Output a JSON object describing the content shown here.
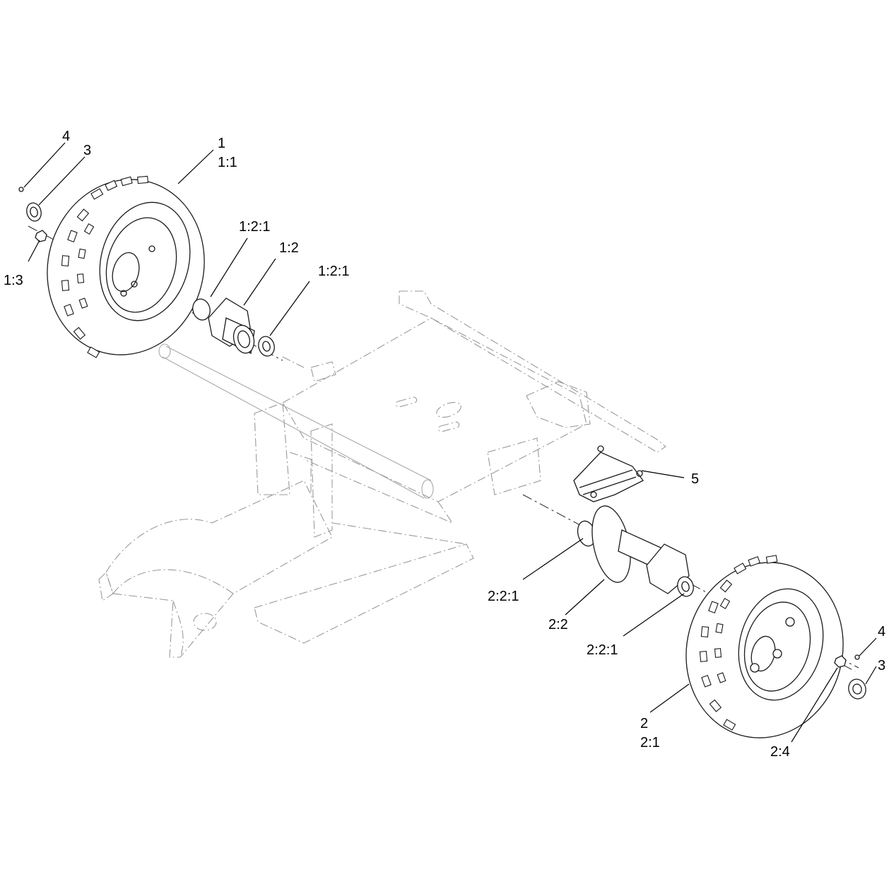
{
  "callouts": {
    "c4_top": "4",
    "c3_top": "3",
    "c1": "1",
    "c1_1": "1:1",
    "c1_3": "1:3",
    "c1_2_1_a": "1:2:1",
    "c1_2": "1:2",
    "c1_2_1_b": "1:2:1",
    "c5": "5",
    "c2_2_1_a": "2:2:1",
    "c2_2": "2:2",
    "c2_2_1_b": "2:2:1",
    "c4_bottom": "4",
    "c3_bottom": "3",
    "c2": "2",
    "c2_1": "2:1",
    "c2_4": "2:4"
  },
  "colors": {
    "line": "#1a1a1a",
    "ghost": "#9a9a9a",
    "background": "#ffffff"
  }
}
